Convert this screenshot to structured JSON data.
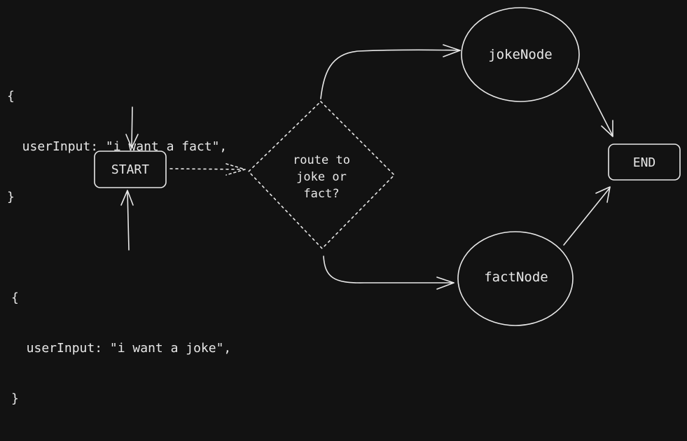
{
  "diagram": {
    "inputs": {
      "top": {
        "open": "{",
        "line": "  userInput: \"i want a fact\",",
        "close": "}"
      },
      "bottom": {
        "open": "{",
        "line": "  userInput: \"i want a joke\",",
        "close": "}"
      }
    },
    "nodes": {
      "start": "START",
      "router": [
        "route to",
        "joke or",
        "fact?"
      ],
      "joke": "jokeNode",
      "fact": "factNode",
      "end": "END"
    },
    "colors": {
      "background": "#121212",
      "stroke": "#e8e8e8",
      "text": "#e8e8e8"
    }
  }
}
